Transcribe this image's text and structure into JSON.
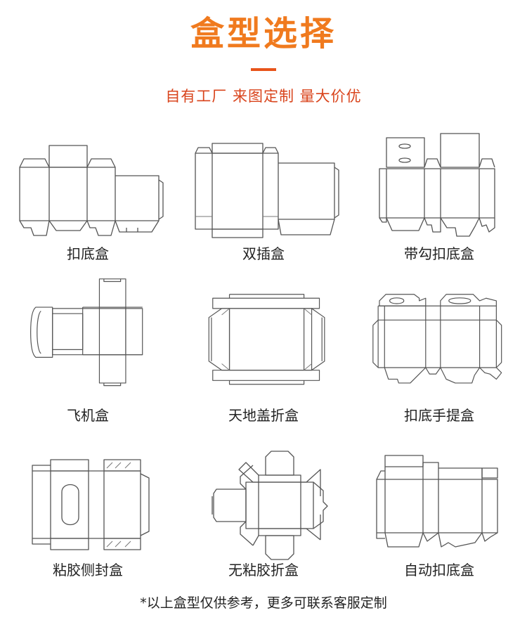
{
  "title": "盒型选择",
  "subtitle": "自有工厂 来图定制 量大价优",
  "boxes": [
    {
      "label": "扣底盒",
      "icon": "tuck-bottom-box-dieline-icon"
    },
    {
      "label": "双插盒",
      "icon": "double-tuck-box-dieline-icon"
    },
    {
      "label": "带勾扣底盒",
      "icon": "hook-tuck-bottom-box-dieline-icon"
    },
    {
      "label": "飞机盒",
      "icon": "mailer-box-dieline-icon"
    },
    {
      "label": "天地盖折盒",
      "icon": "lid-base-fold-box-dieline-icon"
    },
    {
      "label": "扣底手提盒",
      "icon": "handle-tuck-bottom-box-dieline-icon"
    },
    {
      "label": "粘胶侧封盒",
      "icon": "glued-side-seal-box-dieline-icon"
    },
    {
      "label": "无粘胶折盒",
      "icon": "glueless-fold-box-dieline-icon"
    },
    {
      "label": "自动扣底盒",
      "icon": "auto-lock-bottom-box-dieline-icon"
    }
  ],
  "footnote": "*以上盒型仅供参考，更多可联系客服定制"
}
